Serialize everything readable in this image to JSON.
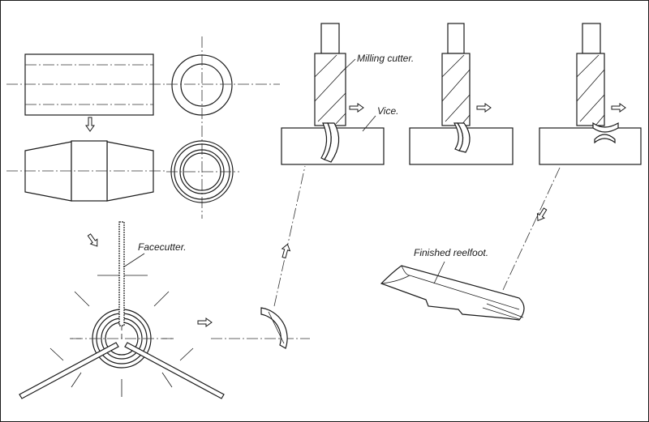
{
  "labels": {
    "milling_cutter": "Milling cutter.",
    "vice": "Vice.",
    "facecutter": "Facecutter.",
    "finished_reelfoot": "Finished reelfoot."
  },
  "colors": {
    "line": "#1a1a1a",
    "background": "#ffffff"
  }
}
